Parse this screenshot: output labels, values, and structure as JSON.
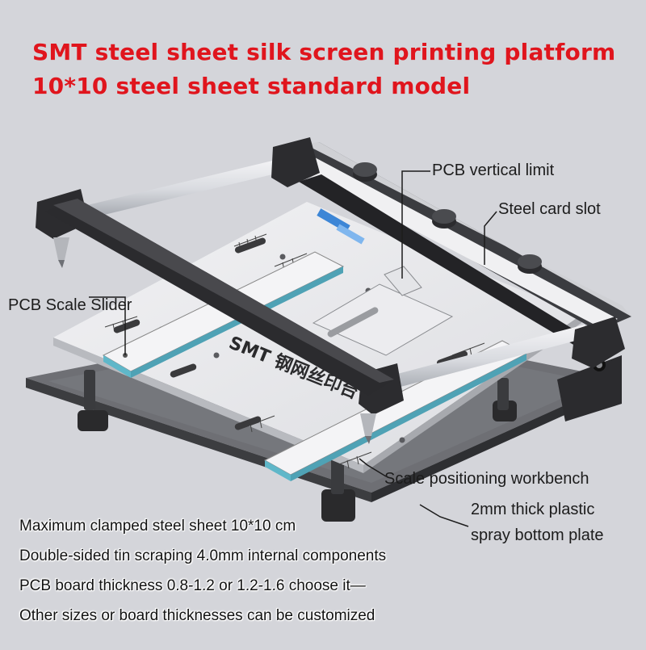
{
  "title": {
    "line1": "SMT steel sheet silk screen printing platform",
    "line2": "10*10 steel sheet standard model"
  },
  "callouts": {
    "pcb_vertical_limit": "PCB vertical limit",
    "steel_card_slot": "Steel card slot",
    "pcb_scale_slider": "PCB Scale Slider",
    "scale_workbench": "Scale positioning workbench",
    "bottom_plate_line1": "2mm thick plastic",
    "bottom_plate_line2": "spray bottom plate"
  },
  "specs": [
    "Maximum clamped steel sheet 10*10 cm",
    "Double-sided tin scraping 4.0mm internal components",
    "PCB board thickness 0.8-1.2 or 1.2-1.6 choose it—",
    "Other sizes or board thicknesses can be customized"
  ],
  "platform_label": "SMT 钢网丝印台",
  "colors": {
    "title": "#e0151d",
    "background": "#d4d5da",
    "frame": "#2b2b2e",
    "slider_edge": "#5fb7c9"
  }
}
